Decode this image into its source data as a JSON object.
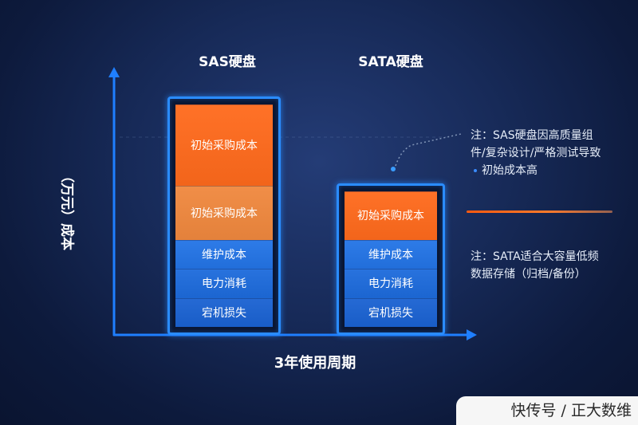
{
  "chart_data": {
    "type": "bar",
    "stacked": true,
    "categories": [
      "SAS硬盘",
      "SATA硬盘"
    ],
    "xlabel": "3年使用周期",
    "ylabel": "（万元）成本",
    "ylim": [
      0,
      8.8
    ],
    "grid": false,
    "legend": "none",
    "stacks": [
      {
        "category": "SAS硬盘",
        "segments": [
          {
            "label": "宕机损失",
            "value": 1.0,
            "color": "#1a62d2"
          },
          {
            "label": "电力消耗",
            "value": 1.0,
            "color": "#1d6bdc"
          },
          {
            "label": "维护成本",
            "value": 1.0,
            "color": "#2374e6"
          },
          {
            "label": "初始采购成本",
            "value": 1.85,
            "color": "#f0883e"
          },
          {
            "label": "初始采购成本",
            "value": 2.8,
            "color": "#ff6a1c"
          }
        ]
      },
      {
        "category": "SATA硬盘",
        "segments": [
          {
            "label": "宕机损失",
            "value": 1.0,
            "color": "#1a62d2"
          },
          {
            "label": "电力消耗",
            "value": 1.0,
            "color": "#1d6bdc"
          },
          {
            "label": "维护成本",
            "value": 1.0,
            "color": "#2374e6"
          },
          {
            "label": "初始采购成本",
            "value": 1.65,
            "color": "#ff6a1c"
          }
        ]
      }
    ],
    "annotations": [
      {
        "lines": [
          "注：SAS硬盘因高质量组",
          "件/复杂设计/严格测试导致",
          "初始成本高"
        ]
      },
      {
        "lines": [
          "注：SATA适合大容量低频",
          "数据存储（归档/备份）"
        ]
      }
    ]
  },
  "colors": {
    "axis": "#1f7fff",
    "frame": "#2a8cff",
    "accent_line": "#ff6a1a",
    "background": "#14244e"
  },
  "watermark": "快传号 / 正大数维"
}
